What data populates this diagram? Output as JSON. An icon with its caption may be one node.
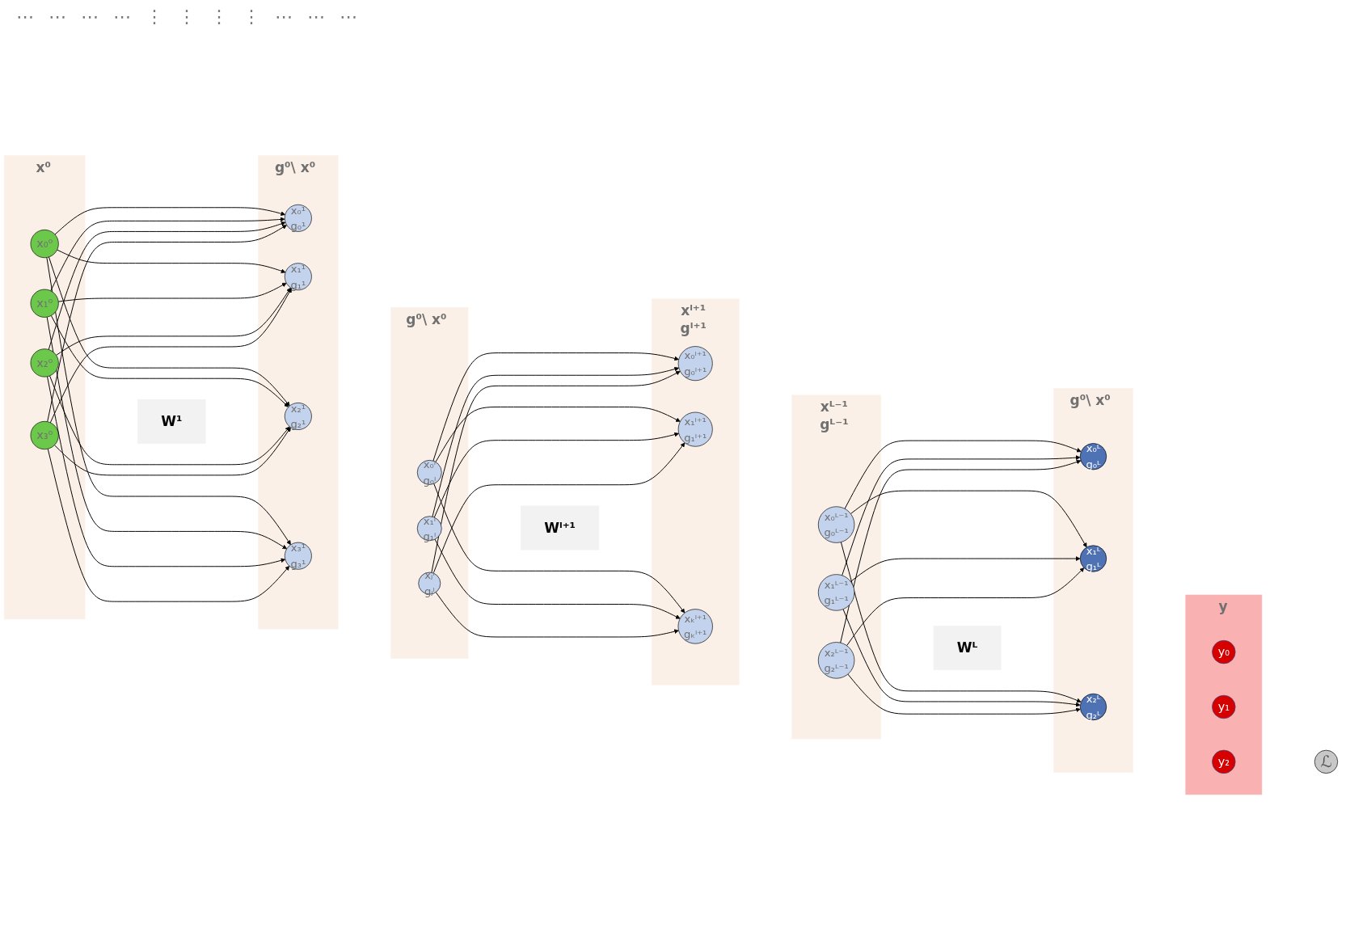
{
  "diagram": {
    "nodes": [
      {
        "text": [
          "x⁰"
        ]
      },
      {
        "text": [
          "x₀⁰"
        ],
        "in": 0
      },
      {
        "text": [
          "x₁⁰"
        ],
        "in": 0
      },
      {
        "text": [
          "x₂⁰"
        ],
        "in": 0
      },
      {
        "text": [
          "x₃⁰"
        ],
        "in": 0
      },
      {
        "text": [
          "W¹"
        ]
      },
      {
        "text": [
          "g⁰\\ x⁰"
        ]
      },
      {
        "text": [
          "x₀¹",
          "g₀¹"
        ],
        "in": 6
      },
      {
        "text": [
          "x₁¹",
          "g₁¹"
        ],
        "in": 6
      },
      {
        "text": [
          "x₂¹",
          "g₂¹"
        ],
        "in": 6
      },
      {
        "text": [
          "x₃¹",
          "g₃¹"
        ],
        "in": 6
      },
      {
        "text": [
          "g⁰\\ x⁰"
        ]
      },
      {
        "text": [
          "x₀ˡ",
          "g₀ˡ"
        ],
        "in": 11
      },
      {
        "text": [
          "x₁ˡ",
          "g₁ˡ"
        ],
        "in": 11
      },
      {
        "text": [
          "xⱼˡ",
          "gⱼˡ"
        ],
        "in": 11
      },
      {
        "text": [
          "Wˡ⁺¹"
        ]
      },
      {
        "text": [
          "xˡ⁺¹",
          "gˡ⁺¹"
        ]
      },
      {
        "text": [
          "x₀ˡ⁺¹",
          "g₀ˡ⁺¹"
        ],
        "in": 16
      },
      {
        "text": [
          "x₁ˡ⁺¹",
          "g₁ˡ⁺¹"
        ],
        "in": 16
      },
      {
        "text": [
          "xₖˡ⁺¹",
          "gₖˡ⁺¹"
        ],
        "in": 16
      },
      {
        "text": [
          "xᴸ⁻¹",
          "gᴸ⁻¹"
        ]
      },
      {
        "text": [
          "x₀ᴸ⁻¹",
          "g₀ᴸ⁻¹"
        ],
        "in": 20
      },
      {
        "text": [
          "x₁ᴸ⁻¹",
          "g₁ᴸ⁻¹"
        ],
        "in": 20
      },
      {
        "text": [
          "x₂ᴸ⁻¹",
          "g₂ᴸ⁻¹"
        ],
        "in": 20
      },
      {
        "text": [
          "Wᴸ"
        ]
      },
      {
        "text": [
          "g⁰\\ x⁰"
        ]
      },
      {
        "text": [
          "x₀ᴸ",
          "g₀ᴸ"
        ],
        "in": 25
      },
      {
        "text": [
          "x₁ᴸ",
          "g₁ᴸ"
        ],
        "in": 25
      },
      {
        "text": [
          "x₂ᴸ",
          "g₂ᴸ"
        ],
        "in": 25
      },
      {
        "text": [
          "y"
        ]
      },
      {
        "text": [
          "y₀"
        ],
        "in": 29
      },
      {
        "text": [
          "y₁"
        ],
        "in": 29
      },
      {
        "text": [
          "y₂"
        ],
        "in": 29
      },
      {
        "text": [
          "ℒ"
        ]
      }
    ],
    "edges": [
      {
        "from": 1,
        "to": 7,
        "arrow": "to"
      },
      {
        "from": 1,
        "to": 8,
        "arrow": "to"
      },
      {
        "from": 1,
        "to": 9,
        "arrow": "to"
      },
      {
        "from": 1,
        "to": 10,
        "arrow": "to"
      },
      {
        "from": 2,
        "to": 7,
        "arrow": "to"
      },
      {
        "from": 2,
        "to": 8,
        "arrow": "to"
      },
      {
        "from": 2,
        "to": 9,
        "arrow": "to"
      },
      {
        "from": 2,
        "to": 10,
        "arrow": "to"
      },
      {
        "from": 3,
        "to": 7,
        "arrow": "to"
      },
      {
        "from": 3,
        "to": 8,
        "arrow": "to"
      },
      {
        "from": 3,
        "to": 9,
        "arrow": "to"
      },
      {
        "from": 3,
        "to": 10,
        "arrow": "to"
      },
      {
        "from": 4,
        "to": 7,
        "arrow": "to"
      },
      {
        "from": 4,
        "to": 8,
        "arrow": "to"
      },
      {
        "from": 4,
        "to": 9,
        "arrow": "to"
      },
      {
        "from": 4,
        "to": 10,
        "arrow": "to"
      },
      {
        "from": 12,
        "to": 17,
        "arrow": "to"
      },
      {
        "from": 12,
        "to": 18,
        "arrow": "to"
      },
      {
        "from": 12,
        "to": 19,
        "arrow": "to"
      },
      {
        "from": 13,
        "to": 17,
        "arrow": "to"
      },
      {
        "from": 13,
        "to": 18,
        "arrow": "to"
      },
      {
        "from": 13,
        "to": 19,
        "arrow": "to"
      },
      {
        "from": 14,
        "to": 17,
        "arrow": "to"
      },
      {
        "from": 14,
        "to": 18,
        "arrow": "to"
      },
      {
        "from": 14,
        "to": 19,
        "arrow": "to"
      },
      {
        "from": 21,
        "to": 26,
        "arrow": "to"
      },
      {
        "from": 21,
        "to": 27,
        "arrow": "to"
      },
      {
        "from": 21,
        "to": 28,
        "arrow": "to"
      },
      {
        "from": 22,
        "to": 26,
        "arrow": "to"
      },
      {
        "from": 22,
        "to": 27,
        "arrow": "to"
      },
      {
        "from": 22,
        "to": 28,
        "arrow": "to"
      },
      {
        "from": 23,
        "to": 26,
        "arrow": "to"
      },
      {
        "from": 23,
        "to": 27,
        "arrow": "to"
      },
      {
        "from": 23,
        "to": 28,
        "arrow": "to"
      }
    ],
    "labels": [
      "⋯",
      "⋯",
      "⋯",
      "⋯",
      "⋮",
      "⋮",
      "⋮",
      "⋮",
      "⋯",
      "⋯",
      "⋯"
    ]
  }
}
